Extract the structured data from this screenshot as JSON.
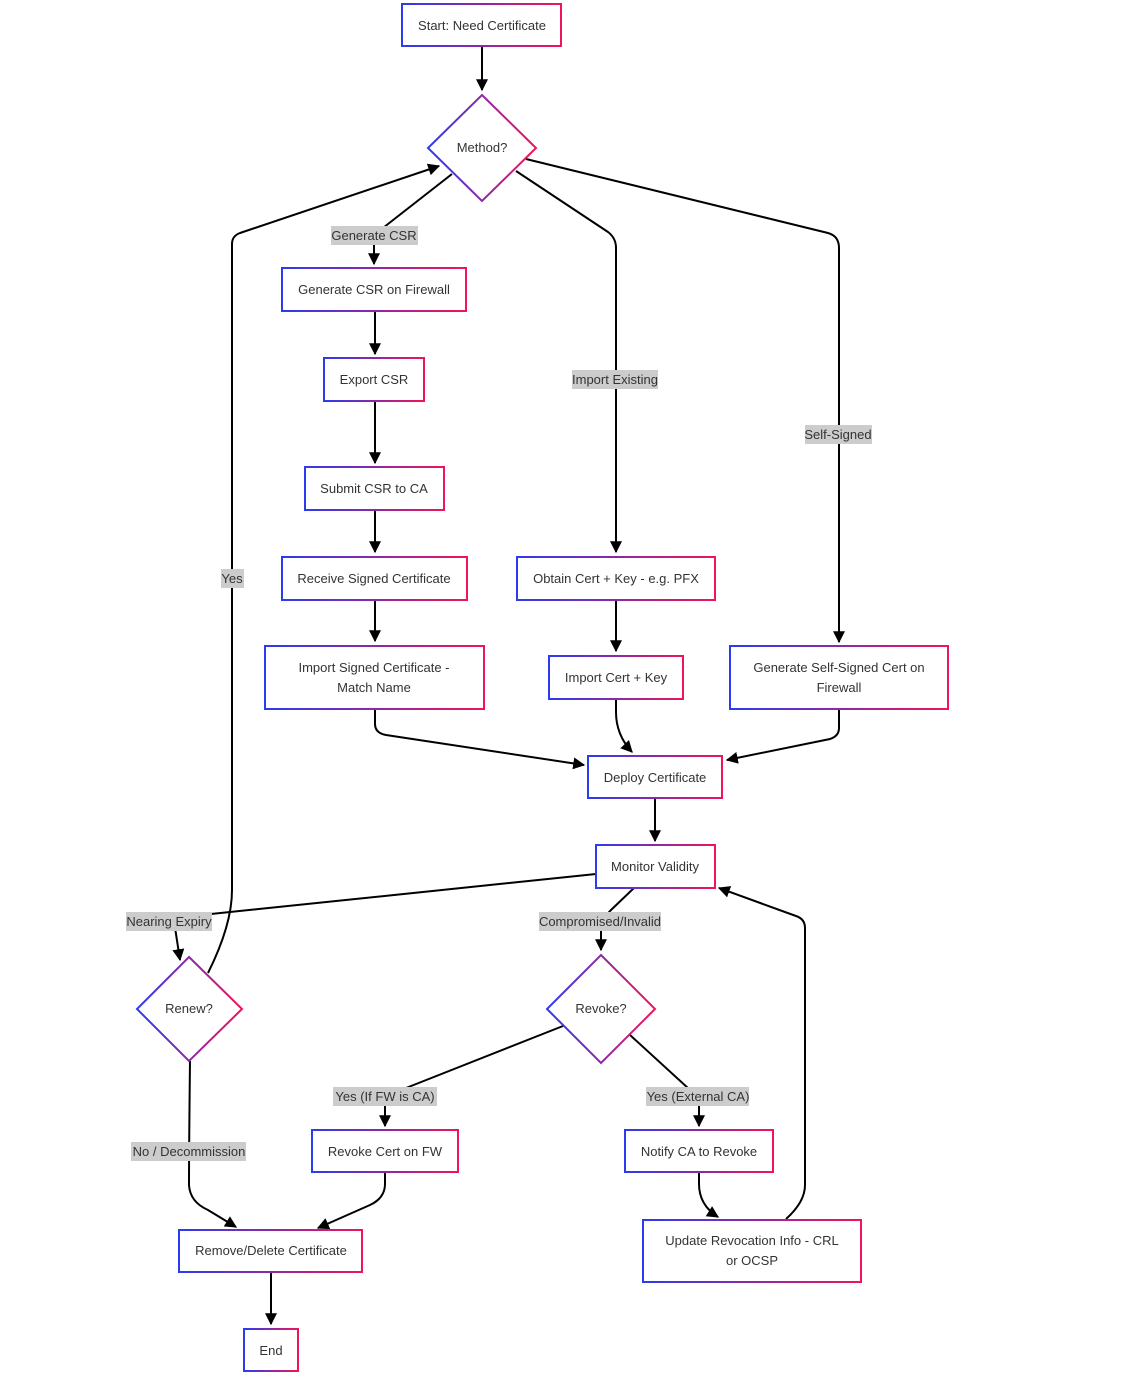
{
  "nodes": {
    "start": "Start: Need Certificate",
    "method": "Method?",
    "gen_csr": "Generate CSR on Firewall",
    "export_csr": "Export CSR",
    "submit_csr": "Submit CSR to CA",
    "receive_cert": "Receive Signed Certificate",
    "import_signed_1": "Import Signed Certificate -",
    "import_signed_2": "Match Name",
    "obtain_cert": "Obtain Cert + Key - e.g. PFX",
    "import_cert_key": "Import Cert + Key",
    "self_signed_1": "Generate Self-Signed Cert on",
    "self_signed_2": "Firewall",
    "deploy": "Deploy Certificate",
    "monitor": "Monitor Validity",
    "renew": "Renew?",
    "revoke": "Revoke?",
    "revoke_fw": "Revoke Cert on FW",
    "notify_ca": "Notify CA to Revoke",
    "update_revocation_1": "Update Revocation Info - CRL",
    "update_revocation_2": "or OCSP",
    "remove": "Remove/Delete Certificate",
    "end": "End"
  },
  "edge_labels": {
    "generate_csr": "Generate CSR",
    "import_existing": "Import Existing",
    "self_signed": "Self-Signed",
    "yes_renew": "Yes",
    "nearing_expiry": "Nearing Expiry",
    "compromised": "Compromised/Invalid",
    "yes_fw_ca": "Yes (If FW is CA)",
    "yes_external_ca": "Yes (External CA)",
    "no_decommission": "No / Decommission"
  },
  "colors": {
    "gradient_start": "#2a3cf0",
    "gradient_end": "#f0145a",
    "edge": "#000000",
    "label_background": "#cccccc",
    "text": "#333333"
  }
}
